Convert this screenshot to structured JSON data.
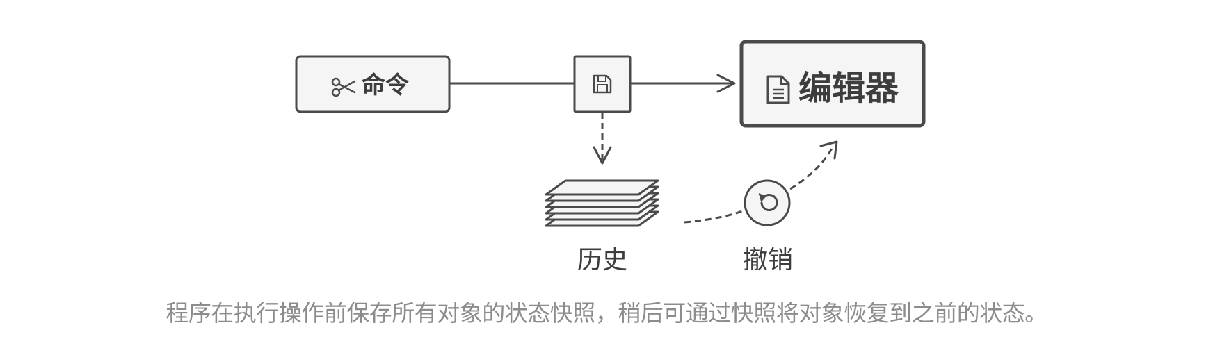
{
  "diagram": {
    "command_label": "命令",
    "editor_label": "编辑器",
    "history_label": "历史",
    "undo_label": "撤销",
    "caption": "程序在执行操作前保存所有对象的状态快照，稍后可通过快照将对象恢复到之前的状态。"
  },
  "icons": {
    "command": "scissors-icon",
    "snapshot": "floppy-disk-icon",
    "editor": "document-icon",
    "undo": "undo-arrow-icon",
    "history": "stacked-pages-icon"
  },
  "colors": {
    "stroke": "#4a4a4a",
    "box_fill": "#f5f5f5",
    "caption_text": "#8c8c8c",
    "label_text": "#3d3d3d"
  }
}
